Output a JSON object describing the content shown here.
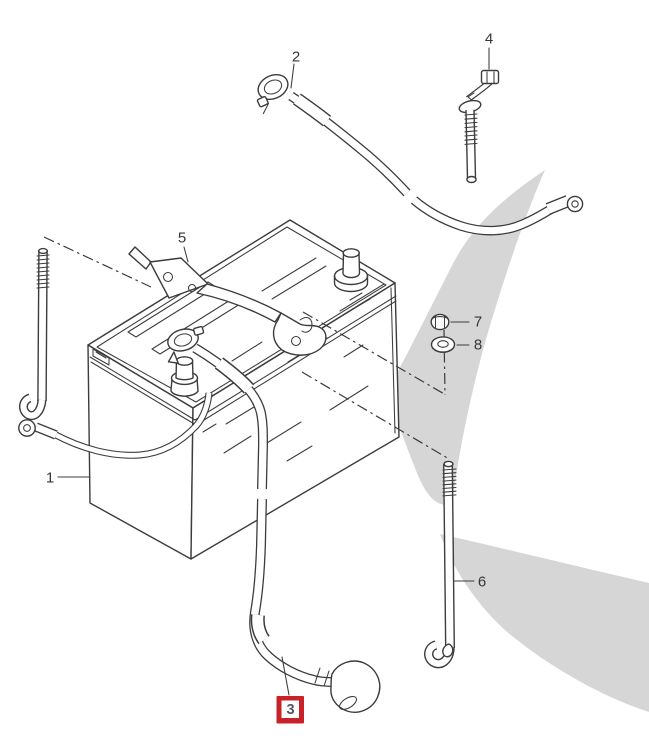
{
  "diagram": {
    "background_color": "#ffffff",
    "line_color": "#3c3c3c",
    "watermark_color": "#d6d6d6",
    "callouts": [
      {
        "label": "1"
      },
      {
        "label": "2"
      },
      {
        "label": "3"
      },
      {
        "label": "4"
      },
      {
        "label": "5"
      },
      {
        "label": "6"
      },
      {
        "label": "7"
      },
      {
        "label": "8"
      }
    ],
    "highlight": {
      "label": "3",
      "box_color": "#c82128",
      "text_color": "#55565c"
    }
  }
}
